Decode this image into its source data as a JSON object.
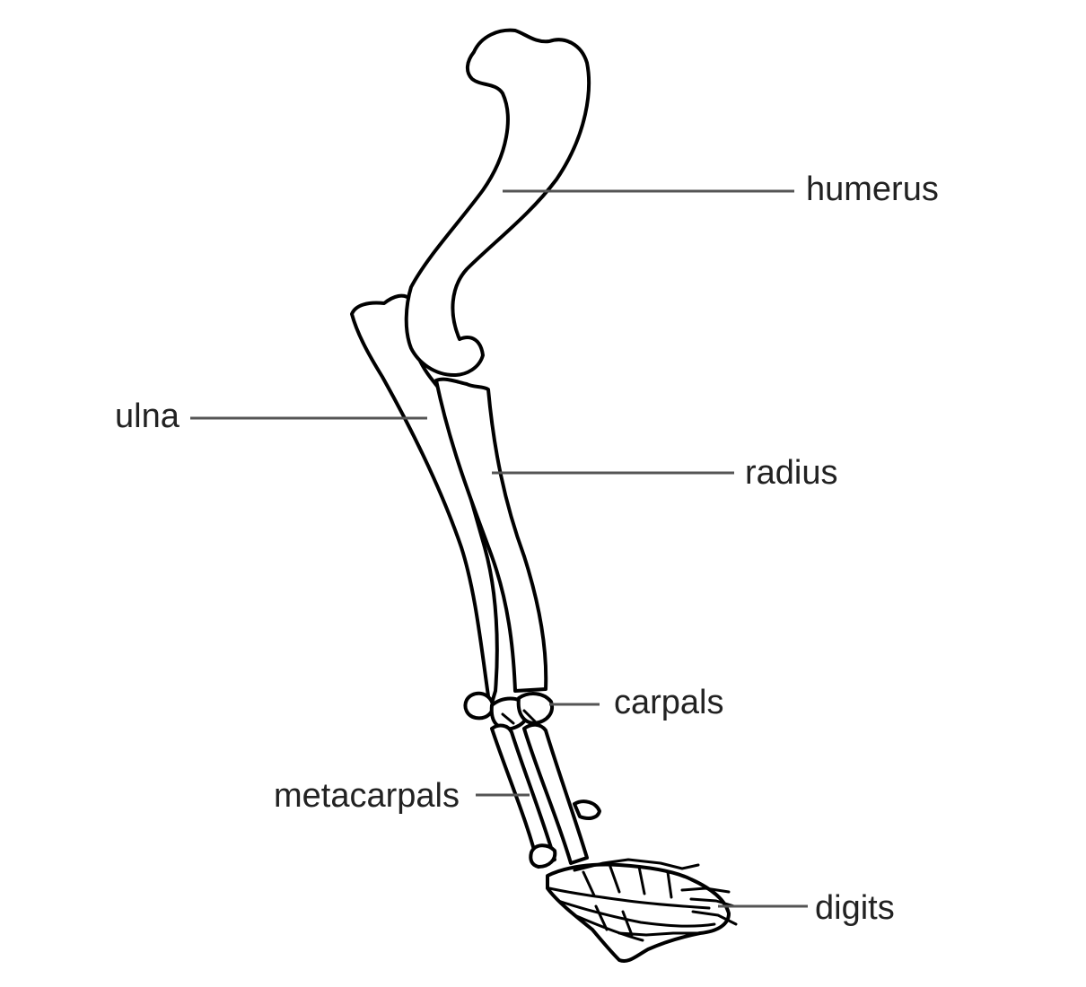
{
  "labels": {
    "humerus": "humerus",
    "ulna": "ulna",
    "radius": "radius",
    "carpals": "carpals",
    "metacarpals": "metacarpals",
    "digits": "digits"
  },
  "colors": {
    "outline": "#000000",
    "leader": "#555555",
    "text": "#222222",
    "background": "#ffffff"
  }
}
